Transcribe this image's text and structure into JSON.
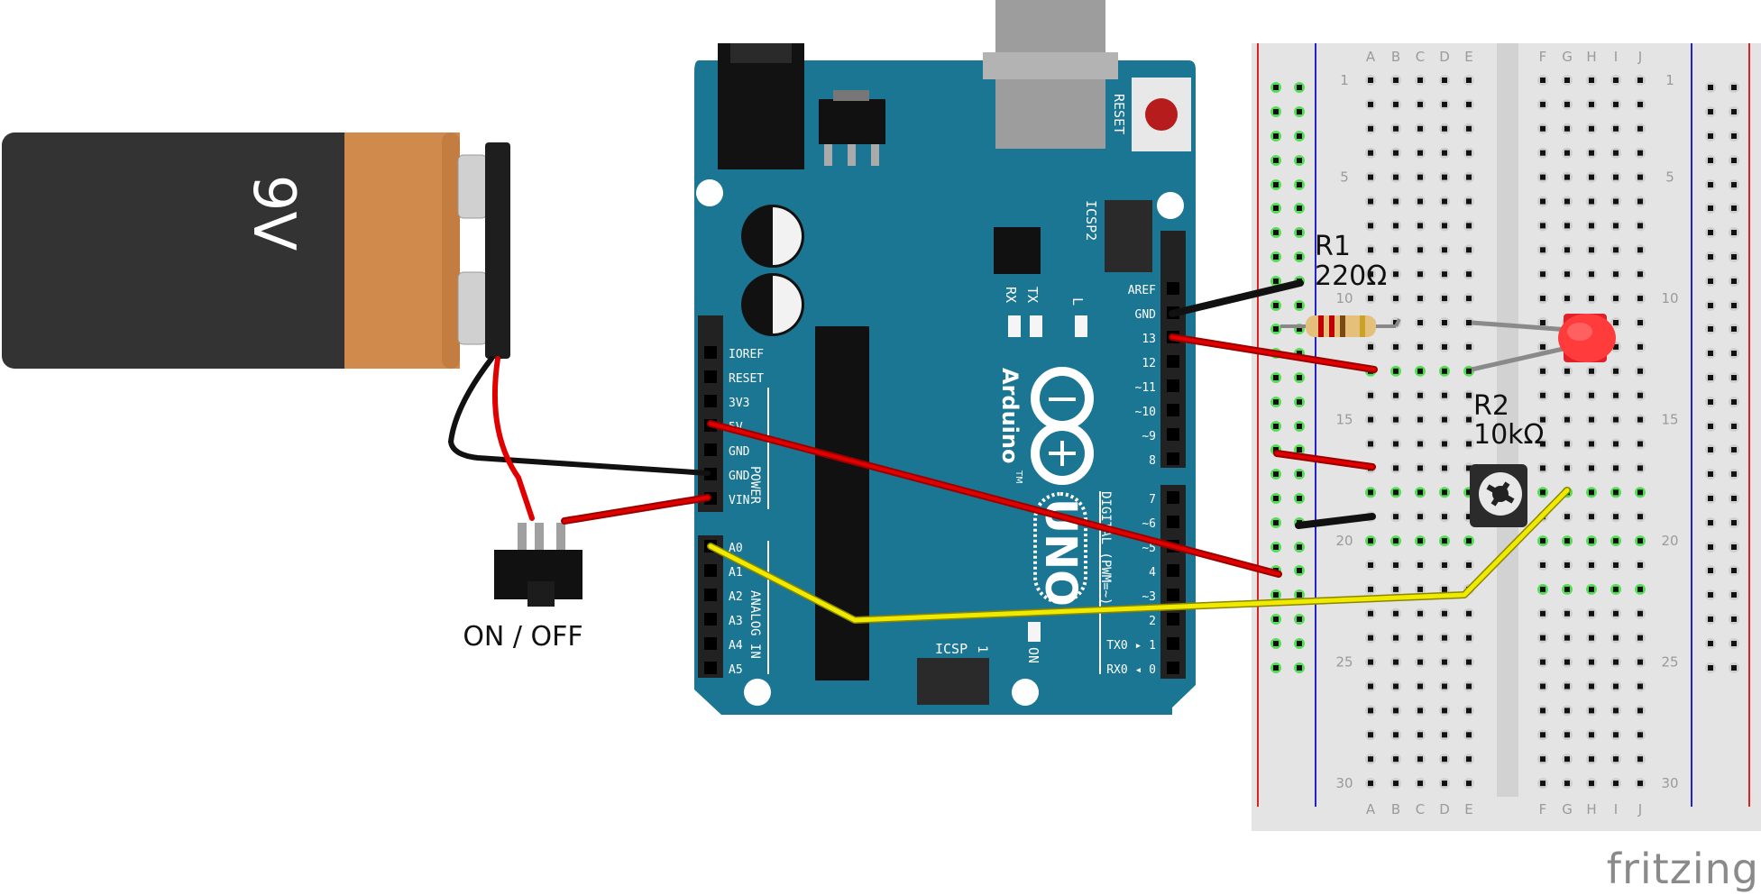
{
  "battery": {
    "voltage_label": "9V"
  },
  "switch": {
    "label": "ON / OFF"
  },
  "arduino": {
    "brand": "Arduino",
    "model": "UNO",
    "trademark": "TM",
    "reset_label": "RESET",
    "icsp2_label": "ICSP2",
    "icsp_label": "ICSP",
    "icsp_pin1": "1",
    "led_tx": "TX",
    "led_rx": "RX",
    "led_l": "L",
    "on_label": "ON",
    "power_group_label": "POWER",
    "analog_group_label": "ANALOG IN",
    "digital_group_label": "DIGITAL (PWM=~)",
    "power_pins": [
      "IOREF",
      "RESET",
      "3V3",
      "5V",
      "GND",
      "GND",
      "VIN"
    ],
    "analog_pins": [
      "A0",
      "A1",
      "A2",
      "A3",
      "A4",
      "A5"
    ],
    "digital_top_pins": [
      "AREF",
      "GND",
      "13",
      "12",
      "~11",
      "~10",
      "~9",
      "8"
    ],
    "digital_bottom_pins": [
      "7",
      "~6",
      "~5",
      "4",
      "~3",
      "2",
      "TX0 ▸ 1",
      "RX0 ◂ 0"
    ]
  },
  "breadboard": {
    "columns_left": [
      "A",
      "B",
      "C",
      "D",
      "E"
    ],
    "columns_right": [
      "F",
      "G",
      "H",
      "I",
      "J"
    ],
    "row_numbers": [
      "1",
      "5",
      "10",
      "15",
      "20",
      "25",
      "30"
    ]
  },
  "components": {
    "r1_name": "R1",
    "r1_value": "220Ω",
    "r2_name": "R2",
    "r2_value": "10kΩ"
  },
  "wires": {
    "gnd_color": "#111111",
    "power_color": "#c00000",
    "signal_color": "#e8e000"
  },
  "colors": {
    "arduino_blue": "#1b7693",
    "battery_body": "#333333",
    "battery_cap": "#d08a4c",
    "led_red": "#e0202a",
    "breadboard": "#e6e6e6"
  },
  "brand": {
    "text": "fritzing"
  }
}
